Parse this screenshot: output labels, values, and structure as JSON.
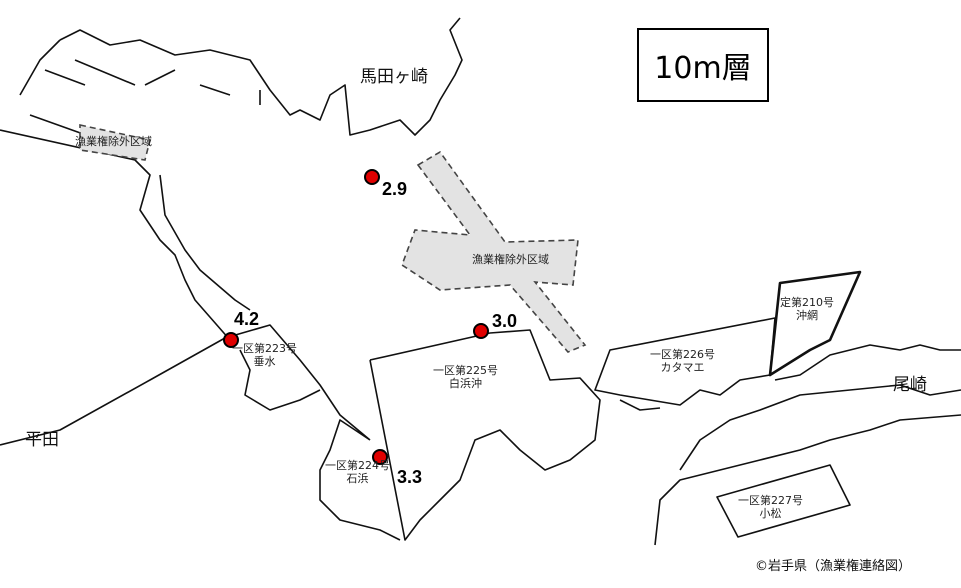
{
  "title": "10m層",
  "credit": "©岩手県（漁業権連絡図）",
  "places": {
    "magasaki": "馬田ヶ崎",
    "ozaki": "尾崎",
    "heita": "平田"
  },
  "exclusion_zones": [
    "漁業権除外区域",
    "漁業権除外区域"
  ],
  "areas": [
    {
      "id": "一区第223号",
      "name": "垂水"
    },
    {
      "id": "一区第224号",
      "name": "石浜"
    },
    {
      "id": "一区第225号",
      "name": "白浜沖"
    },
    {
      "id": "一区第226号",
      "name": "カタマエ"
    },
    {
      "id": "定第210号",
      "name": "沖網"
    },
    {
      "id": "一区第227号",
      "name": "小松"
    }
  ],
  "stations": [
    {
      "value": "2.9"
    },
    {
      "value": "4.2"
    },
    {
      "value": "3.0"
    },
    {
      "value": "3.3"
    }
  ],
  "colors": {
    "station": "#e00000",
    "exclusion": "#e3e3e3"
  }
}
